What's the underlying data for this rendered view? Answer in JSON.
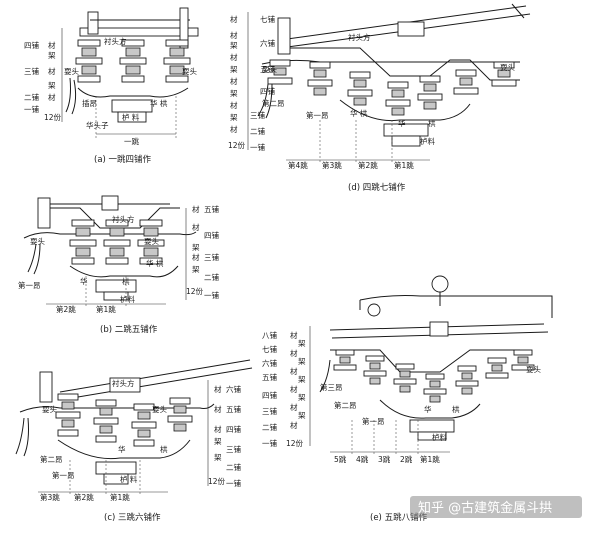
{
  "captions": {
    "a": "(a) 一跳四铺作",
    "b": "(b) 二跳五铺作",
    "c": "(c) 三跳六铺作",
    "d": "(d) 四跳七铺作",
    "e": "(e) 五跳八铺作"
  },
  "labels": {
    "chentoufang": "衬头方",
    "shuatou": "耍头",
    "huagong": "华 栱",
    "hua": "华",
    "gong": "栱",
    "ludou": "栌 料",
    "ludou2": "栌料",
    "chaxie": "插昂",
    "huatouzi": "华头子",
    "cai": "材",
    "qi": "栔",
    "fen12": "12份",
    "ang1": "第一昂",
    "ang2": "第二昂",
    "ang3": "第三昂",
    "yitiao": "一跳"
  },
  "puzuo": {
    "pu1": "一铺",
    "pu2": "二铺",
    "pu3": "三铺",
    "pu4": "四铺",
    "pu5": "五铺",
    "pu6": "六铺",
    "pu7": "七铺",
    "pu8": "八铺"
  },
  "tiao": {
    "t1": "第1跳",
    "t2": "第2跳",
    "t3": "第3跳",
    "t4": "第4跳",
    "t1b": "1跳",
    "t2b": "2跳",
    "t3b": "3跳",
    "t4b": "4跳",
    "t5b": "5跳"
  },
  "watermark": "知乎 @古建筑金属斗拱"
}
